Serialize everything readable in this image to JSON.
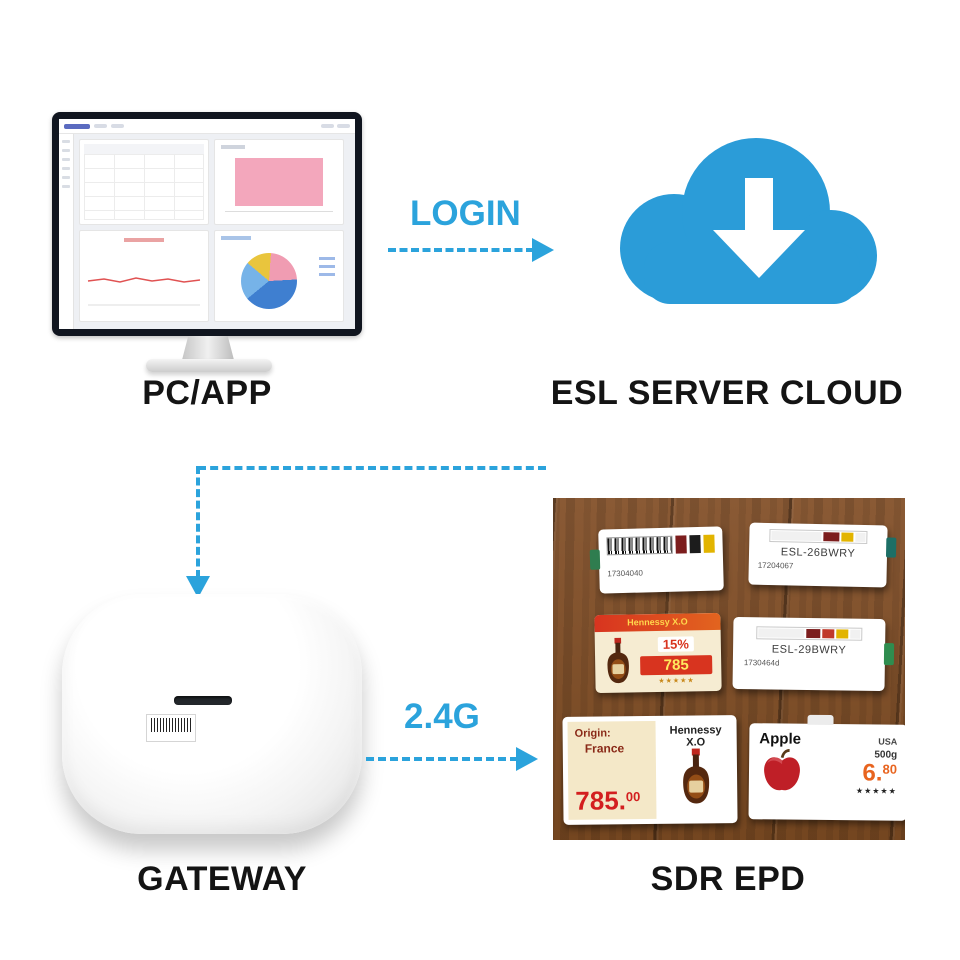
{
  "labels": {
    "pc": "PC/APP",
    "cloud": "ESL SERVER CLOUD",
    "gateway": "GATEWAY",
    "epd": "SDR EPD",
    "login": "LOGIN",
    "signal": "2.4G"
  },
  "colors": {
    "accent": "#2BA3DC",
    "cloud": "#2B9CD8",
    "price_red": "#D31F1F",
    "price_orange": "#E8641F"
  },
  "epd": {
    "tags": [
      {
        "code": "17304040"
      },
      {
        "name": "ESL-26BWRY",
        "code": "17204067"
      },
      {
        "name": "Hennessy X.O",
        "discount": "15%",
        "price": "785",
        "stars": "★★★★★"
      },
      {
        "name": "ESL-29BWRY",
        "code": "1730464d"
      },
      {
        "origin_label": "Origin:",
        "origin": "France",
        "name": "Hennessy X.O",
        "price": "785.",
        "cents": "00"
      },
      {
        "name": "Apple",
        "origin": "USA",
        "weight": "500g",
        "price": "6.",
        "cents": "80",
        "stars": "★★★★★"
      }
    ]
  }
}
